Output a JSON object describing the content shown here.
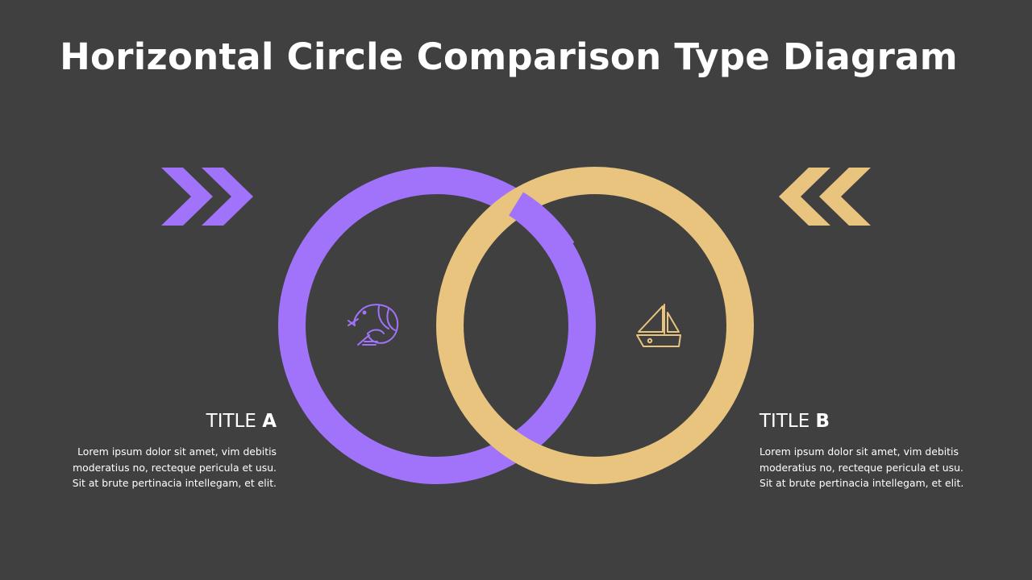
{
  "title": "Horizontal Circle Comparison Type Diagram",
  "colors": {
    "background": "#404040",
    "accent_a": "#A073FA",
    "accent_b": "#E8C47E",
    "text": "#FFFFFF"
  },
  "items": [
    {
      "title_prefix": "TITLE ",
      "title_letter": "A",
      "icon": "shrimp-icon",
      "body_lines": [
        "Lorem ipsum dolor sit amet, vim debitis",
        "moderatius no, recteque pericula et usu.",
        "Sit at brute pertinacia intellegam, et elit."
      ]
    },
    {
      "title_prefix": "TITLE ",
      "title_letter": "B",
      "icon": "sailboat-icon",
      "body_lines": [
        "Lorem ipsum dolor sit amet, vim debitis",
        "moderatius no, recteque pericula et usu.",
        "Sit at brute pertinacia intellegam, et elit."
      ]
    }
  ]
}
